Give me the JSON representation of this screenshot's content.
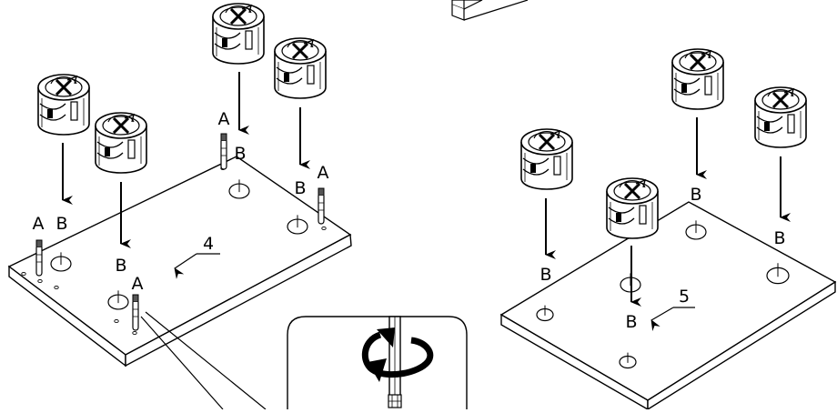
{
  "labels": {
    "a": "A",
    "b": "B",
    "panel_left": "4",
    "panel_right": "5"
  },
  "colors": {
    "line": "#000000",
    "panel_fill": "#ffffff",
    "metal": "#9a9a9a"
  },
  "icons": {
    "cam_lock": "cam-lock-fitting-icon",
    "dowel_pin": "cam-dowel-pin-icon",
    "rotate": "rotate-clockwise-icon"
  }
}
